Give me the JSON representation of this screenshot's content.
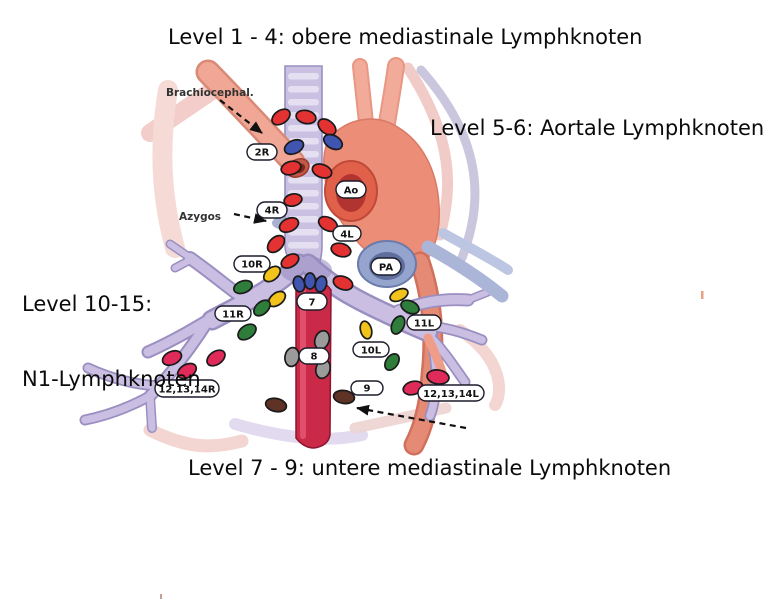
{
  "figure": {
    "title_top": "Level 1 - 4: obere mediastinale Lymphknoten",
    "label_right": "Level 5-6: Aortale Lymphknoten",
    "label_left_line1": "Level 10-15:",
    "label_left_line2": "N1-Lymphknoten",
    "title_bottom": "Level 7 - 9: untere mediastinale Lymphknoten"
  },
  "annotations": {
    "brachiocephal": "Brachiocephal.",
    "azygos": "Azygos"
  },
  "stations": {
    "s2R": "2R",
    "s4R": "4R",
    "s4L": "4L",
    "s10R": "10R",
    "s11R": "11R",
    "s12R": "12,13,14R",
    "s7": "7",
    "s8": "8",
    "s9": "9",
    "s10L": "10L",
    "s11L": "11L",
    "s12L": "12,13,14L",
    "ao": "Ao",
    "pa": "PA"
  },
  "palette": {
    "node_red": "#e43131",
    "node_crimson": "#e02a5a",
    "node_blue": "#3f55b0",
    "node_yellow": "#f2c31b",
    "node_green": "#2e7d3b",
    "node_gray": "#9b9b9b",
    "node_brown": "#5e3326",
    "aorta_ring": "#e0604a",
    "aorta_core": "#b23431",
    "pa_ring": "#94a4cd",
    "pa_core": "#5e6e9d",
    "esophagus": "#ca2947",
    "vessel_salmon": "#f0a795",
    "airway_lavender": "#c9c0e2"
  }
}
